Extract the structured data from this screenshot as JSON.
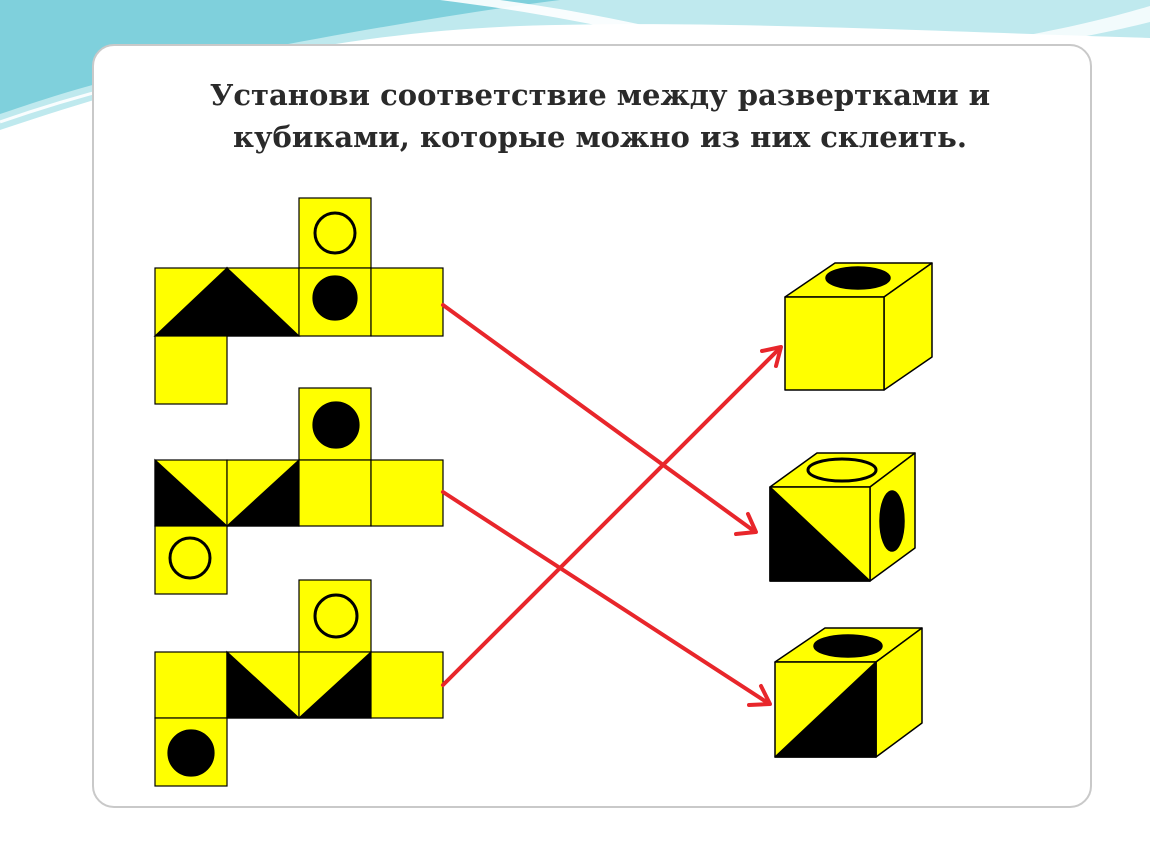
{
  "title": {
    "line1": "Установи соответствие между развертками и",
    "line2": "кубиками, которые можно из них склеить."
  },
  "colors": {
    "face": "#ffff00",
    "ink": "#000000",
    "arrow": "#e8262b",
    "banner_light": "#bfe9ee",
    "banner_mid": "#7fd0dc",
    "card_border": "#c9c9c9"
  },
  "nets": [
    {
      "id": "net-1",
      "faces": [
        "circle-outline",
        "triangle-up",
        "triangle-up-right",
        "dot",
        "plain",
        "plain"
      ]
    },
    {
      "id": "net-2",
      "faces": [
        "dot",
        "triangle-left",
        "triangle-left-right",
        "plain",
        "plain",
        "circle-outline"
      ]
    },
    {
      "id": "net-3",
      "faces": [
        "circle-outline",
        "plain",
        "triangle-down",
        "triangle-down-right",
        "plain",
        "dot"
      ]
    }
  ],
  "cubes": [
    {
      "id": "cube-1",
      "front": "plain",
      "top": "dot",
      "side": "plain"
    },
    {
      "id": "cube-2",
      "front": "diagonal-lower-left",
      "top": "circle-outline",
      "side": "dot"
    },
    {
      "id": "cube-3",
      "front": "diagonal-lower-right",
      "top": "dot",
      "side": "plain"
    }
  ],
  "matches": [
    {
      "net": 1,
      "cube": 2
    },
    {
      "net": 2,
      "cube": 3
    },
    {
      "net": 3,
      "cube": 1
    }
  ]
}
